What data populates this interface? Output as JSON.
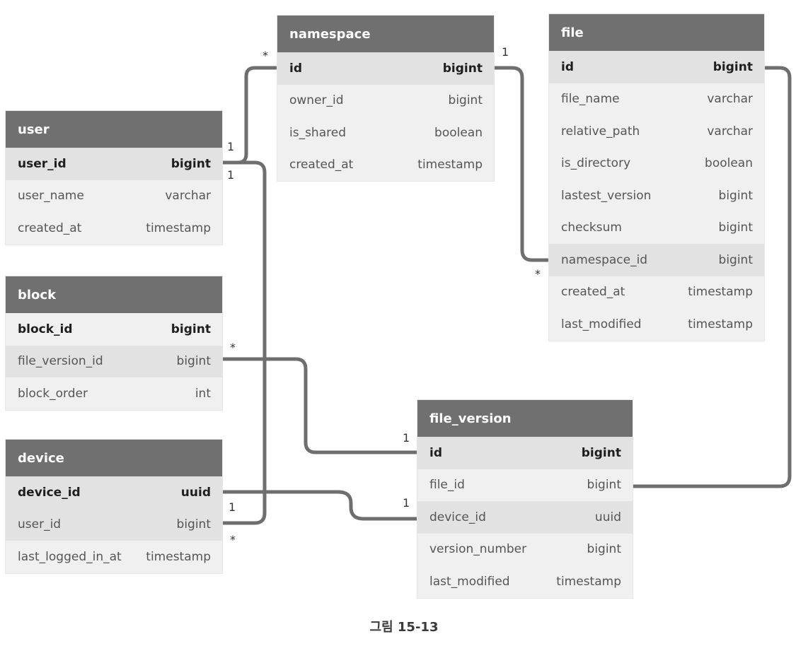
{
  "tables": {
    "namespace": {
      "title": "namespace",
      "rows": [
        {
          "name": "id",
          "type": "bigint"
        },
        {
          "name": "owner_id",
          "type": "bigint"
        },
        {
          "name": "is_shared",
          "type": "boolean"
        },
        {
          "name": "created_at",
          "type": "timestamp"
        }
      ]
    },
    "file": {
      "title": "file",
      "rows": [
        {
          "name": "id",
          "type": "bigint"
        },
        {
          "name": "file_name",
          "type": "varchar"
        },
        {
          "name": "relative_path",
          "type": "varchar"
        },
        {
          "name": "is_directory",
          "type": "boolean"
        },
        {
          "name": "lastest_version",
          "type": "bigint"
        },
        {
          "name": "checksum",
          "type": "bigint"
        },
        {
          "name": "namespace_id",
          "type": "bigint"
        },
        {
          "name": "created_at",
          "type": "timestamp"
        },
        {
          "name": "last_modified",
          "type": "timestamp"
        }
      ]
    },
    "user": {
      "title": "user",
      "rows": [
        {
          "name": "user_id",
          "type": "bigint"
        },
        {
          "name": "user_name",
          "type": "varchar"
        },
        {
          "name": "created_at",
          "type": "timestamp"
        }
      ]
    },
    "block": {
      "title": "block",
      "rows": [
        {
          "name": "block_id",
          "type": "bigint"
        },
        {
          "name": "file_version_id",
          "type": "bigint"
        },
        {
          "name": "block_order",
          "type": "int"
        }
      ]
    },
    "device": {
      "title": "device",
      "rows": [
        {
          "name": "device_id",
          "type": "uuid"
        },
        {
          "name": "user_id",
          "type": "bigint"
        },
        {
          "name": "last_logged_in_at",
          "type": "timestamp"
        }
      ]
    },
    "file_version": {
      "title": "file_version",
      "rows": [
        {
          "name": "id",
          "type": "bigint"
        },
        {
          "name": "file_id",
          "type": "bigint"
        },
        {
          "name": "device_id",
          "type": "uuid"
        },
        {
          "name": "version_number",
          "type": "bigint"
        },
        {
          "name": "last_modified",
          "type": "timestamp"
        }
      ]
    }
  },
  "cardinality": {
    "one": "1",
    "many": "*"
  },
  "caption": "그림 15-13",
  "colors": {
    "header_bg": "#707070",
    "row_light": "#f0f0f0",
    "row_dark": "#e2e2e2",
    "connector": "#6e6e6e"
  }
}
